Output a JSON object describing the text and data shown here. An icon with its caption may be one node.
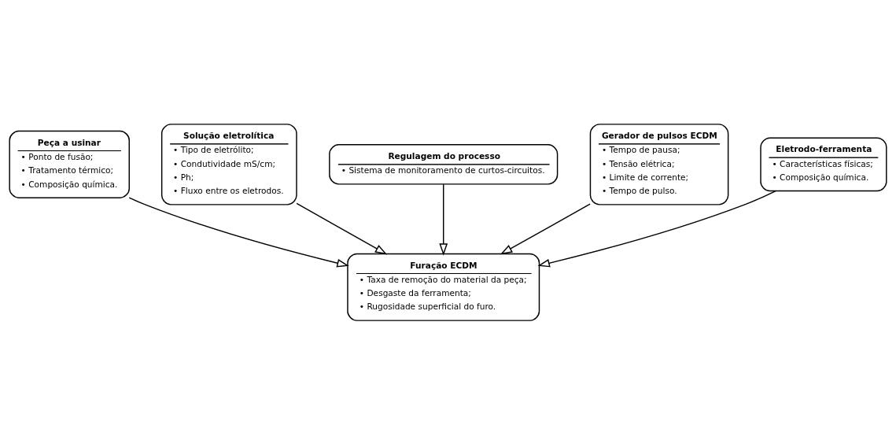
{
  "diagram": {
    "nodes": [
      {
        "text": [
          "Peça a usinar",
          "• Ponto de fusão;",
          "• Tratamento térmico;",
          "• Composição química."
        ]
      },
      {
        "text": [
          "Solução eletrolítica",
          "• Tipo de eletrólito;",
          "• Condutividade mS/cm;",
          "• Ph;",
          "• Fluxo entre os eletrodos."
        ]
      },
      {
        "text": [
          "Regulagem do processo",
          "• Sistema de monitoramento de curtos-circuitos."
        ]
      },
      {
        "text": [
          "Furação ECDM",
          "• Taxa de remoção do material da peça;",
          "• Desgaste da ferramenta;",
          "• Rugosidade superficial do furo."
        ]
      },
      {
        "text": [
          "Gerador de pulsos ECDM",
          "• Tempo de pausa;",
          "• Tensão elétrica;",
          "• Limite de corrente;",
          "• Tempo de pulso."
        ]
      },
      {
        "text": [
          "Eletrodo-ferramenta",
          "• Características físicas;",
          "• Composição química."
        ]
      }
    ],
    "edges": [
      {
        "from": 0,
        "to": 3,
        "arrow": "to"
      },
      {
        "from": 1,
        "to": 3,
        "arrow": "to"
      },
      {
        "from": 2,
        "to": 3,
        "arrow": "to"
      },
      {
        "from": 4,
        "to": 3,
        "arrow": "to"
      },
      {
        "from": 5,
        "to": 3,
        "arrow": "to"
      }
    ]
  }
}
